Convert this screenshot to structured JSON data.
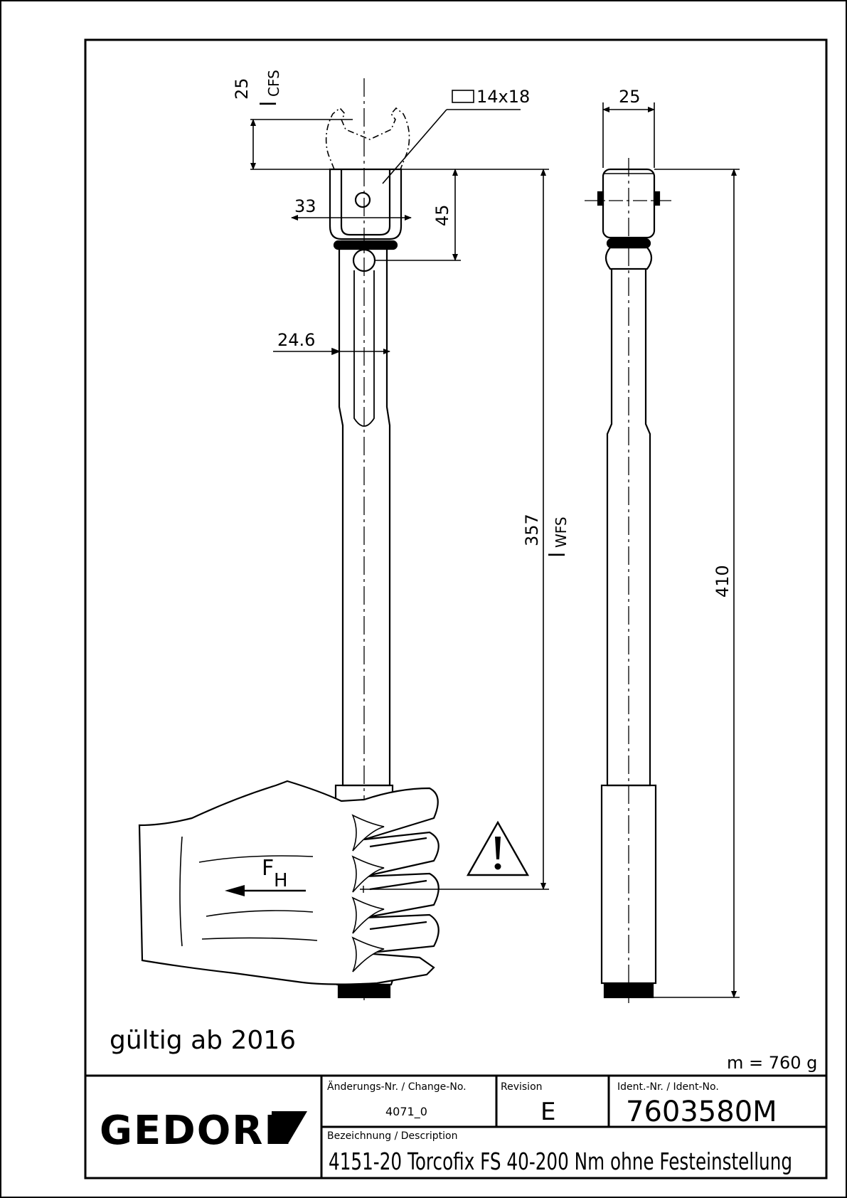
{
  "drawing": {
    "dimensions": {
      "head_offset": "25",
      "head_offset_symbol": "l",
      "head_offset_sub": "CFS",
      "square_drive": "14x18",
      "head_width": "33",
      "head_height": "45",
      "tube_diameter": "24.6",
      "effective_length": "357",
      "effective_length_symbol": "l",
      "effective_length_sub": "WFS",
      "side_width": "25",
      "total_length": "410"
    },
    "force_label": "F",
    "force_sub": "H",
    "valid_from": "gültig ab 2016",
    "mass": "m = 760 g"
  },
  "title_block": {
    "logo": "GEDORE",
    "change_no_label": "Änderungs-Nr. / Change-No.",
    "change_no": "4071_0",
    "revision_label": "Revision",
    "revision": "E",
    "ident_label": "Ident.-Nr. / Ident-No.",
    "ident_no": "7603580M",
    "description_label": "Bezeichnung / Description",
    "description": "4151-20 Torcofix FS 40-200 Nm ohne Festeinstellung"
  },
  "icons": {
    "warning": "warning-triangle-icon",
    "force_arrow": "arrow-left-icon"
  }
}
